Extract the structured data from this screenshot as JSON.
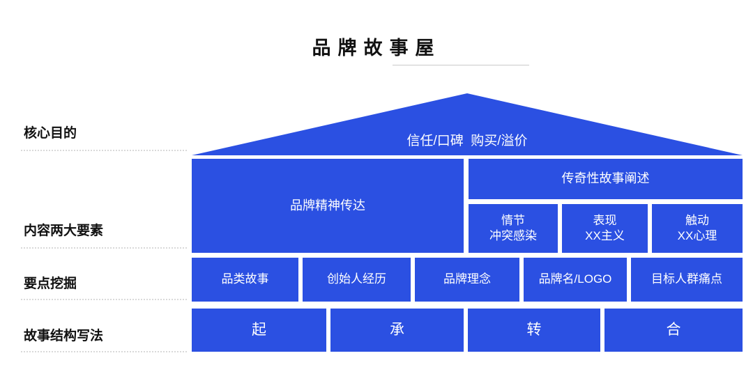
{
  "title": "品牌故事屋",
  "colors": {
    "primary": "#2b50e2"
  },
  "row_labels": {
    "purpose": "核心目的",
    "elements": "内容两大要素",
    "mining": "要点挖掘",
    "structure": "故事结构写法"
  },
  "roof": {
    "text": "信任/口碑  购买/溢价"
  },
  "elements": {
    "spirit_block": "品牌精神传达",
    "legend_header": "传奇性故事阐述",
    "legend_sub": [
      {
        "line1": "情节",
        "line2": "冲突感染"
      },
      {
        "line1": "表现",
        "line2": "XX主义"
      },
      {
        "line1": "触动",
        "line2": "XX心理"
      }
    ]
  },
  "mining": [
    "品类故事",
    "创始人经历",
    "品牌理念",
    "品牌名/LOGO",
    "目标人群痛点"
  ],
  "structure": [
    "起",
    "承",
    "转",
    "合"
  ]
}
